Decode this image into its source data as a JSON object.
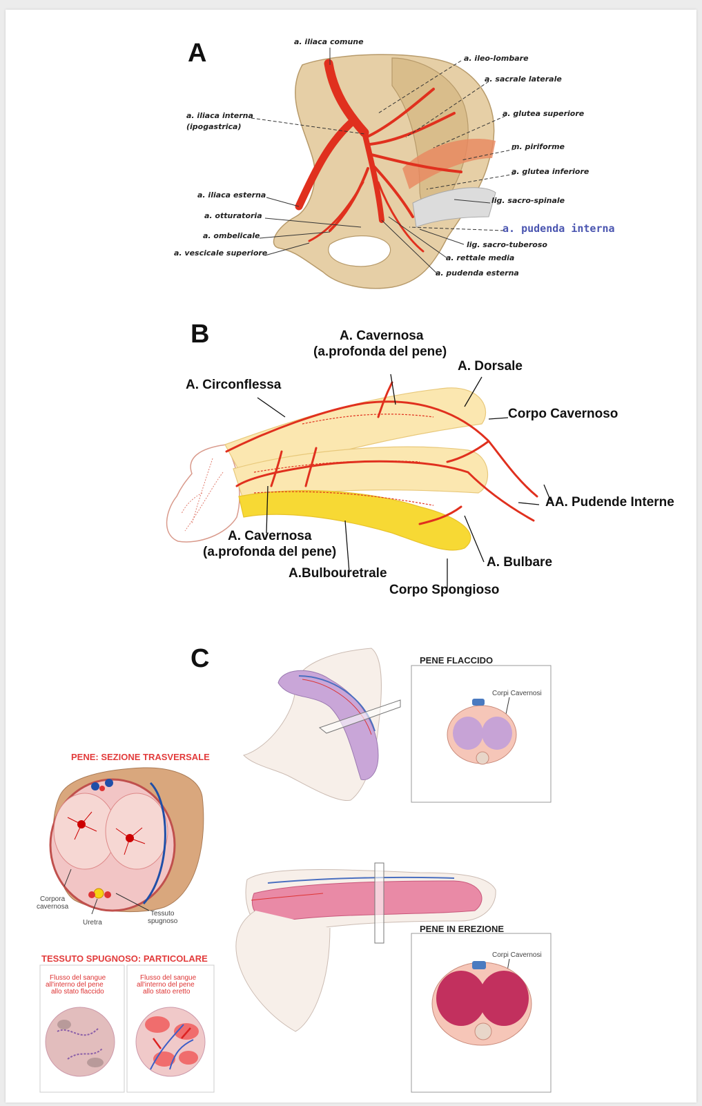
{
  "panels": {
    "a": "A",
    "b": "B",
    "c": "C"
  },
  "panel_a": {
    "labels": {
      "iliaca_comune": "a. iliaca comune",
      "ileo_lombare": "a. ileo-lombare",
      "sacrale_laterale": "a. sacrale laterale",
      "iliaca_interna_1": "a. iliaca interna",
      "iliaca_interna_2": "(ipogastrica)",
      "glutea_superiore": "a. glutea superiore",
      "piriforme": "m. piriforme",
      "glutea_inferiore": "a. glutea inferiore",
      "iliaca_esterna": "a. iliaca esterna",
      "sacro_spinale": "lig. sacro-spinale",
      "otturatoria": "a. otturatoria",
      "pudenda_interna": "a. pudenda interna",
      "ombelicale": "a. ombelicale",
      "sacro_tuberoso": "lig. sacro-tuberoso",
      "vescicale_superiore": "a. vescicale superiore",
      "rettale_media": "a. rettale media",
      "pudenda_esterna": "a. pudenda esterna"
    },
    "highlight_color": "#4a55b0"
  },
  "panel_b": {
    "labels": {
      "cavernosa_top_1": "A. Cavernosa",
      "cavernosa_top_2": "(a.profonda del pene)",
      "dorsale": "A. Dorsale",
      "circonflessa": "A. Circonflessa",
      "corpo_cavernoso": "Corpo Cavernoso",
      "pudende_interne": "AA. Pudende Interne",
      "cavernosa_bottom_1": "A. Cavernosa",
      "cavernosa_bottom_2": "(a.profonda del pene)",
      "bulbare": "A. Bulbare",
      "bulbouretrale": "A.Bulbouretrale",
      "corpo_spongioso": "Corpo Spongioso"
    }
  },
  "panel_c": {
    "pene_flaccido": "PENE FLACCIDO",
    "pene_erezione": "PENE IN EREZIONE",
    "corpi_cavernosi_1": "Corpi Cavernosi",
    "corpi_cavernosi_2": "Corpi Cavernosi",
    "sezione_title": "PENE: SEZIONE TRASVERSALE",
    "corpora_1": "Corpora",
    "corpora_2": "cavernosa",
    "uretra": "Uretra",
    "tessuto_1": "Tessuto",
    "tessuto_2": "spugnoso",
    "particolare_title": "TESSUTO SPUGNOSO: PARTICOLARE",
    "flaccid_1": "Flusso del sangue",
    "flaccid_2": "all'interno del pene",
    "flaccid_3": "allo stato flaccido",
    "erect_1": "Flusso del sangue",
    "erect_2": "all'interno del pene",
    "erect_3": "allo stato eretto"
  },
  "colors": {
    "artery": "#e0301e",
    "bone": "#e6cfa6",
    "cavernous": "#fbe7b0",
    "spongiosum": "#f7d934",
    "header_red": "#e23b3b"
  }
}
